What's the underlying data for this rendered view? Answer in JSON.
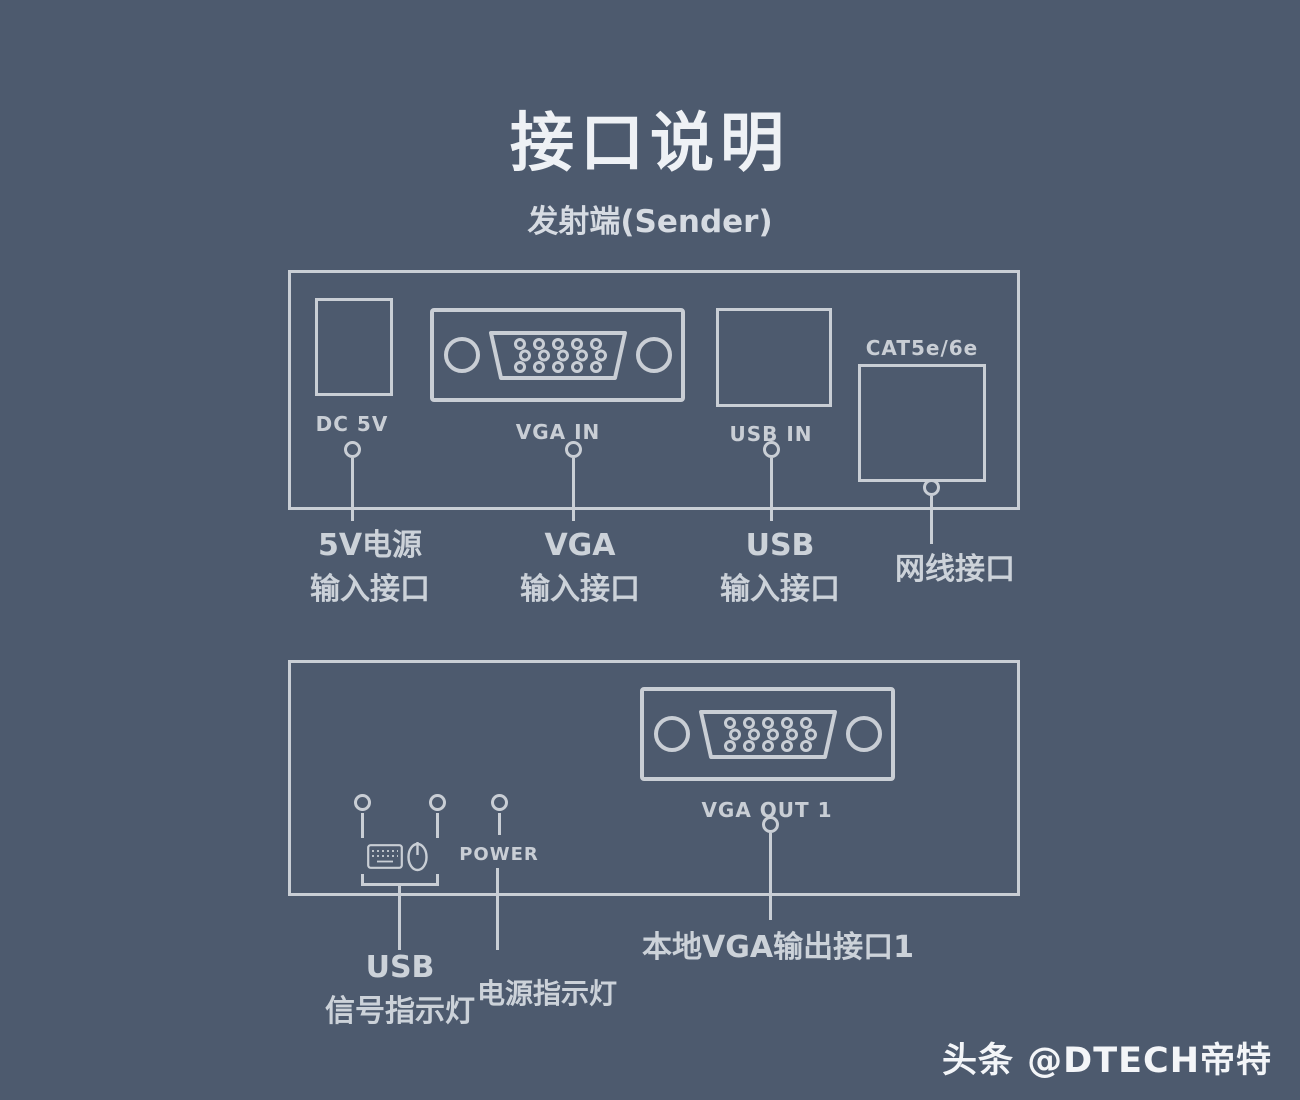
{
  "colors": {
    "background": "#4d5a6e",
    "line": "#c9ced5",
    "title_text": "#eef1f5"
  },
  "header": {
    "title": "接口说明",
    "subtitle": "发射端(Sender)"
  },
  "sender_panel": {
    "dc_port_label": "DC 5V",
    "vga_port_label": "VGA IN",
    "usb_port_label": "USB IN",
    "cat_port_label": "CAT5e/6e"
  },
  "sender_callouts": {
    "power_line1": "5V电源",
    "power_line2": "输入接口",
    "vga_line1": "VGA",
    "vga_line2": "输入接口",
    "usb_line1": "USB",
    "usb_line2": "输入接口",
    "lan": "网线接口"
  },
  "receiver_panel": {
    "vga_out_label": "VGA OUT 1",
    "power_label": "POWER"
  },
  "receiver_callouts": {
    "usb_led_line1": "USB",
    "usb_led_line2": "信号指示灯",
    "power_led": "电源指示灯",
    "vga_out": "本地VGA输出接口1"
  },
  "watermark": "头条 @DTECH帝特"
}
